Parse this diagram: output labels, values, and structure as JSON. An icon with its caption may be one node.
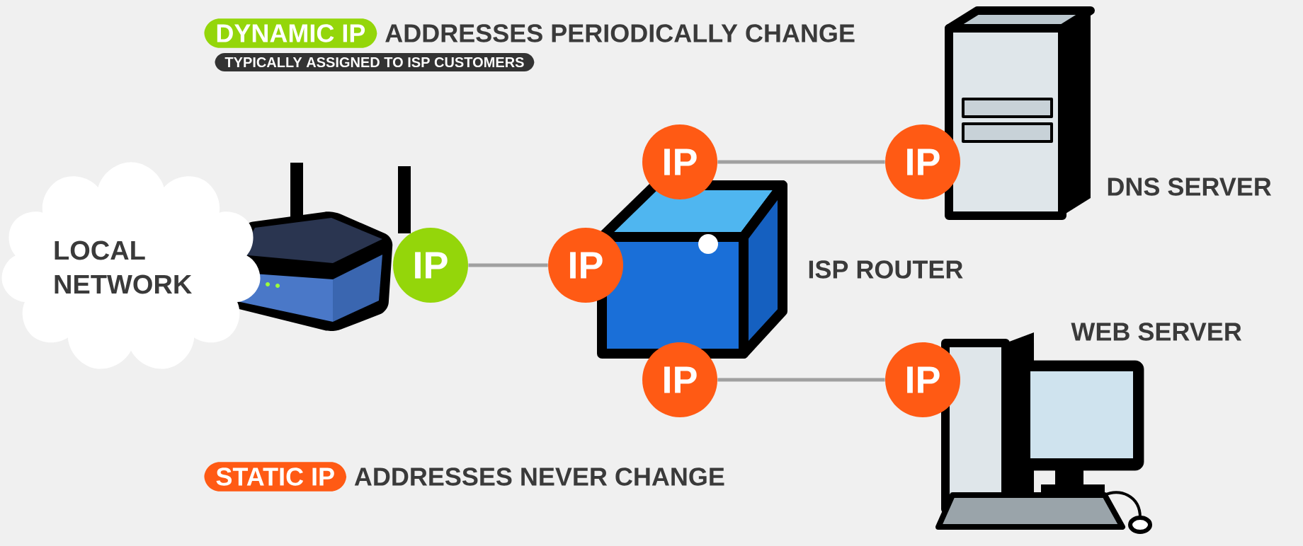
{
  "diagram": {
    "nodes": [
      {
        "text": [
          "LOCAL NETWORK"
        ]
      },
      {
        "text": [
          "IP"
        ]
      },
      {
        "text": [
          "IP"
        ]
      },
      {
        "text": [
          "IP"
        ]
      },
      {
        "text": [
          "IP"
        ]
      },
      {
        "text": [
          "IP"
        ]
      },
      {
        "text": [
          "IP"
        ]
      }
    ],
    "edges": [
      {
        "from": 1,
        "to": 2,
        "arrow": "none"
      },
      {
        "from": 3,
        "to": 4,
        "arrow": "none"
      },
      {
        "from": 5,
        "to": 6,
        "arrow": "none"
      }
    ],
    "labels": [
      "DYNAMIC IP",
      "ADDRESSES PERIODICALLY CHANGE",
      "TYPICALLY ASSIGNED TO ISP CUSTOMERS",
      "DNS SERVER",
      "ISP ROUTER",
      "WEB SERVER",
      "STATIC IP",
      "ADDRESSES NEVER CHANGE"
    ]
  }
}
